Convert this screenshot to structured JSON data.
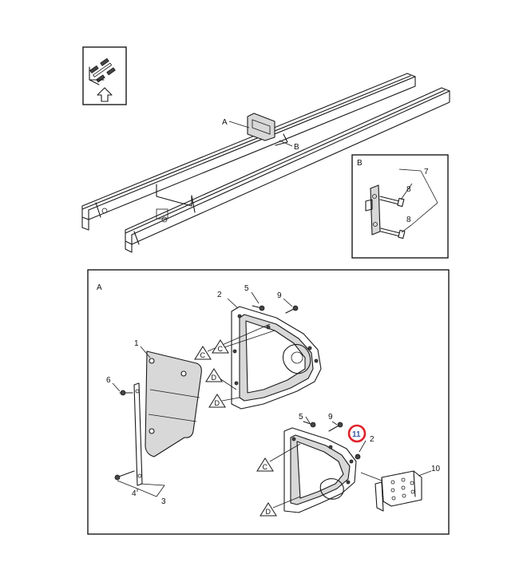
{
  "highlight_color": "#e0202a",
  "view_labels": {
    "top_a": "A",
    "top_b": "B",
    "panel_b_title": "B",
    "panel_a_title": "A"
  },
  "panel_b_callouts": {
    "n7": "7",
    "n8a": "8",
    "n8b": "8"
  },
  "panel_a_callouts": {
    "n1": "1",
    "n2a": "2",
    "n2b": "2",
    "n3": "3",
    "n4": "4",
    "n5a": "5",
    "n5b": "5",
    "n6": "6",
    "n9a": "9",
    "n9b": "9",
    "n10": "10",
    "n11": "11"
  },
  "triangle_refs": {
    "c1": "C",
    "c2": "C",
    "c3": "C",
    "d1": "D",
    "d2": "D",
    "d3": "D"
  },
  "icons": [
    "orientation-icon",
    "up-arrow-icon"
  ]
}
